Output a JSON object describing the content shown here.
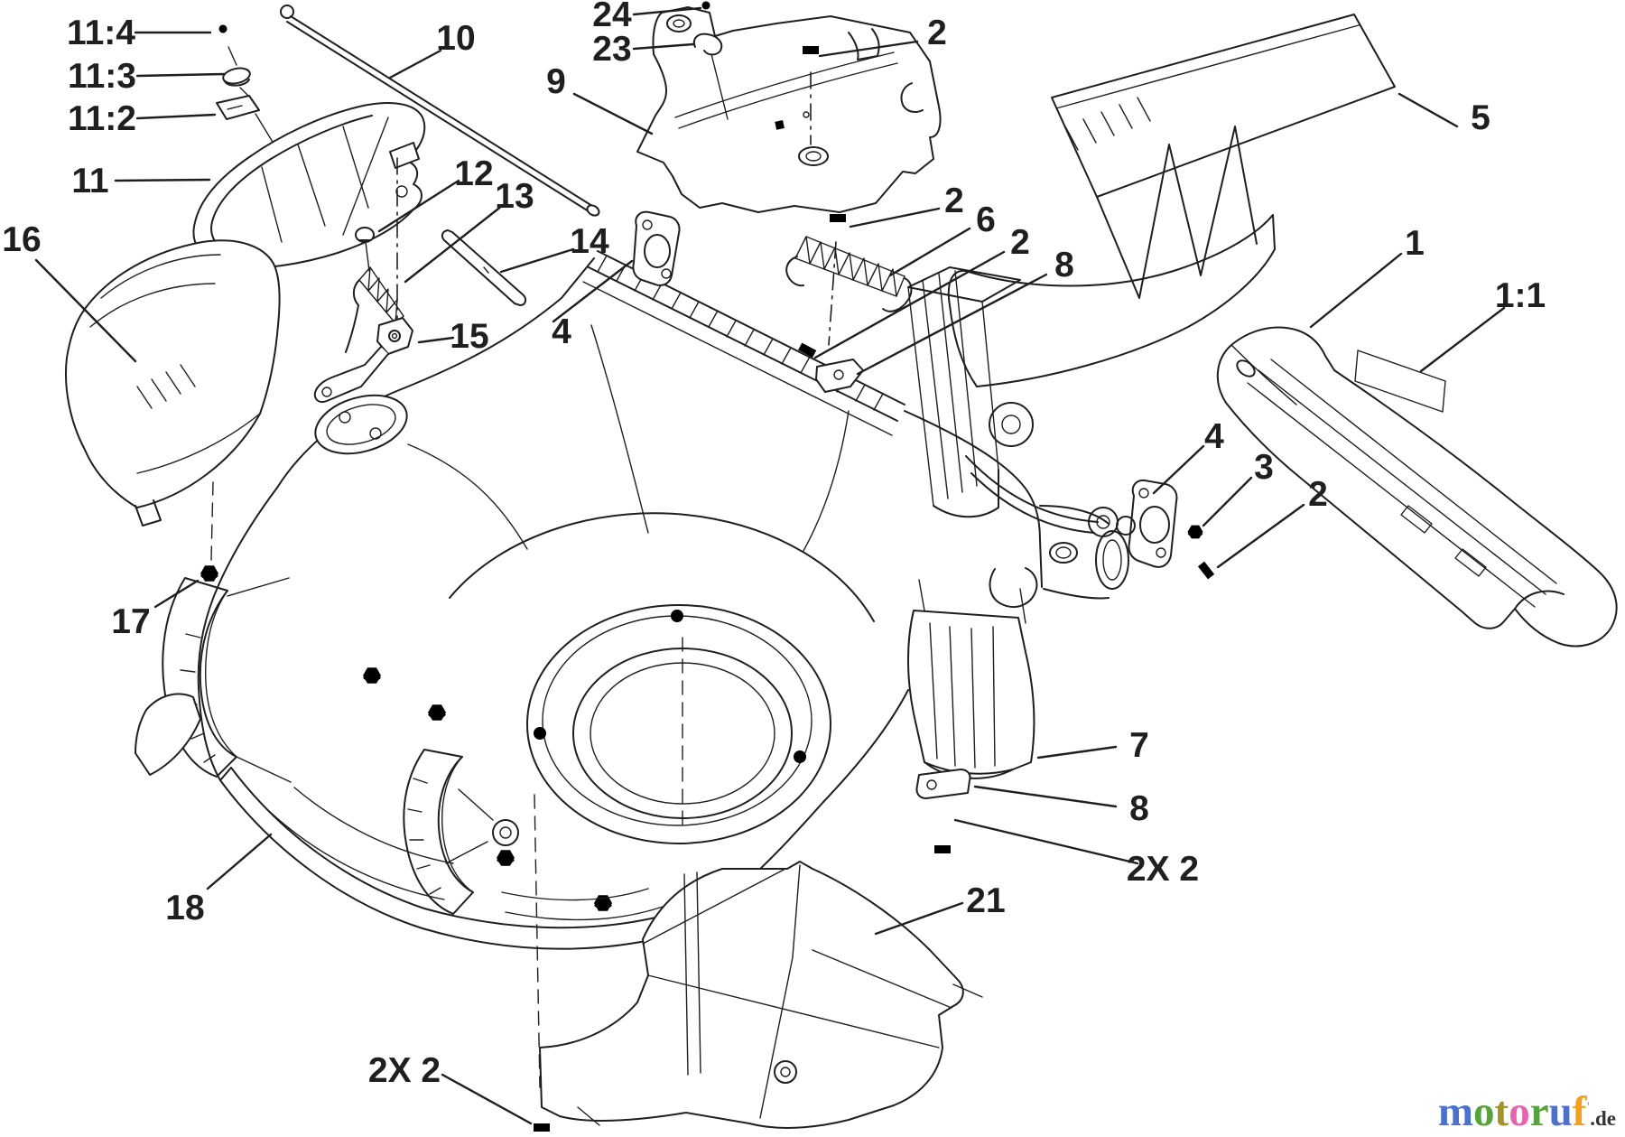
{
  "callouts": [
    {
      "id": "11-4",
      "label": "11:4"
    },
    {
      "id": "11-3",
      "label": "11:3"
    },
    {
      "id": "11-2",
      "label": "11:2"
    },
    {
      "id": "11",
      "label": "11"
    },
    {
      "id": "16",
      "label": "16"
    },
    {
      "id": "10",
      "label": "10"
    },
    {
      "id": "24",
      "label": "24"
    },
    {
      "id": "23",
      "label": "23"
    },
    {
      "id": "9",
      "label": "9"
    },
    {
      "id": "2-top",
      "label": "2"
    },
    {
      "id": "5",
      "label": "5"
    },
    {
      "id": "12",
      "label": "12"
    },
    {
      "id": "13",
      "label": "13"
    },
    {
      "id": "14",
      "label": "14"
    },
    {
      "id": "15",
      "label": "15"
    },
    {
      "id": "4-left",
      "label": "4"
    },
    {
      "id": "2-mid-a",
      "label": "2"
    },
    {
      "id": "6",
      "label": "6"
    },
    {
      "id": "2-mid-b",
      "label": "2"
    },
    {
      "id": "8-upper",
      "label": "8"
    },
    {
      "id": "1",
      "label": "1"
    },
    {
      "id": "1-1",
      "label": "1:1"
    },
    {
      "id": "4-right",
      "label": "4"
    },
    {
      "id": "3",
      "label": "3"
    },
    {
      "id": "2-right",
      "label": "2"
    },
    {
      "id": "17",
      "label": "17"
    },
    {
      "id": "7",
      "label": "7"
    },
    {
      "id": "8-lower",
      "label": "8"
    },
    {
      "id": "2x2-right",
      "label": "2X 2"
    },
    {
      "id": "18",
      "label": "18"
    },
    {
      "id": "21",
      "label": "21"
    },
    {
      "id": "2x2-bottom",
      "label": "2X 2"
    }
  ],
  "logo": {
    "letters": [
      {
        "ch": "m",
        "color": "#4b71cc"
      },
      {
        "ch": "o",
        "color": "#55a33b"
      },
      {
        "ch": "t",
        "color": "#a39428"
      },
      {
        "ch": "o",
        "color": "#e464ae"
      },
      {
        "ch": "r",
        "color": "#55a33b"
      },
      {
        "ch": "u",
        "color": "#4b71cc"
      },
      {
        "ch": "f",
        "color": "#f2a01e"
      }
    ],
    "trademark": "'",
    "tld": ".de",
    "tld_color": "#333333"
  },
  "colors": {
    "line": "#1f1f1f",
    "background": "#ffffff"
  }
}
